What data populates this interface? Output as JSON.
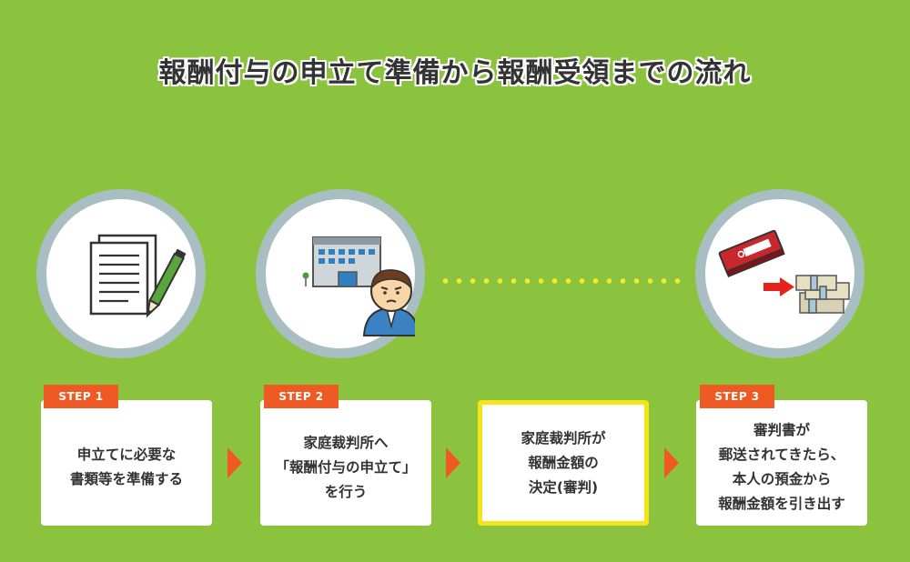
{
  "title": "報酬付与の申立て準備から報酬受領までの流れ",
  "steps": {
    "s1": "STEP 1",
    "s2": "STEP 2",
    "s3": "STEP 3"
  },
  "boxes": {
    "b1": "申立てに必要な\n書類等を準備する",
    "b2": "家庭裁判所へ\n「報酬付与の申立て」\nを行う",
    "b3": "家庭裁判所が\n報酬金額の\n決定(審判)",
    "b4": "審判書が\n郵送されてきたら、\n本人の預金から\n報酬金額を引き出す"
  },
  "icons": {
    "c1": "documents-pencil-icon",
    "c2": "court-building-person-icon",
    "c3": "bankbook-to-cash-icon"
  },
  "colors": {
    "background": "#8bc33f",
    "step_badge": "#ef5a24",
    "highlight_border": "#f5e417",
    "circle_border": "#a9bec2"
  }
}
